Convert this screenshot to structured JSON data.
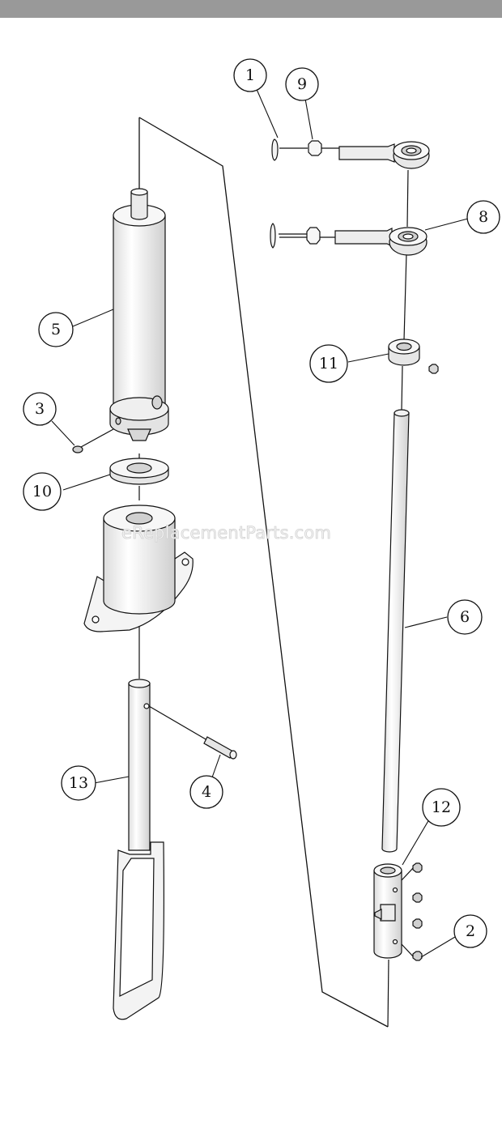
{
  "colors": {
    "top_bar": "#999999",
    "line": "#111111",
    "part_fill": "#f7f7f7",
    "part_shade": "#d9d9d9",
    "background": "#ffffff"
  },
  "watermark": "eReplacementParts.com",
  "callouts": [
    {
      "id": "callout-1",
      "label": "1"
    },
    {
      "id": "callout-9",
      "label": "9"
    },
    {
      "id": "callout-8",
      "label": "8"
    },
    {
      "id": "callout-5",
      "label": "5"
    },
    {
      "id": "callout-11",
      "label": "11"
    },
    {
      "id": "callout-3",
      "label": "3"
    },
    {
      "id": "callout-10",
      "label": "10"
    },
    {
      "id": "callout-6",
      "label": "6"
    },
    {
      "id": "callout-13",
      "label": "13"
    },
    {
      "id": "callout-4",
      "label": "4"
    },
    {
      "id": "callout-12",
      "label": "12"
    },
    {
      "id": "callout-2",
      "label": "2"
    }
  ]
}
